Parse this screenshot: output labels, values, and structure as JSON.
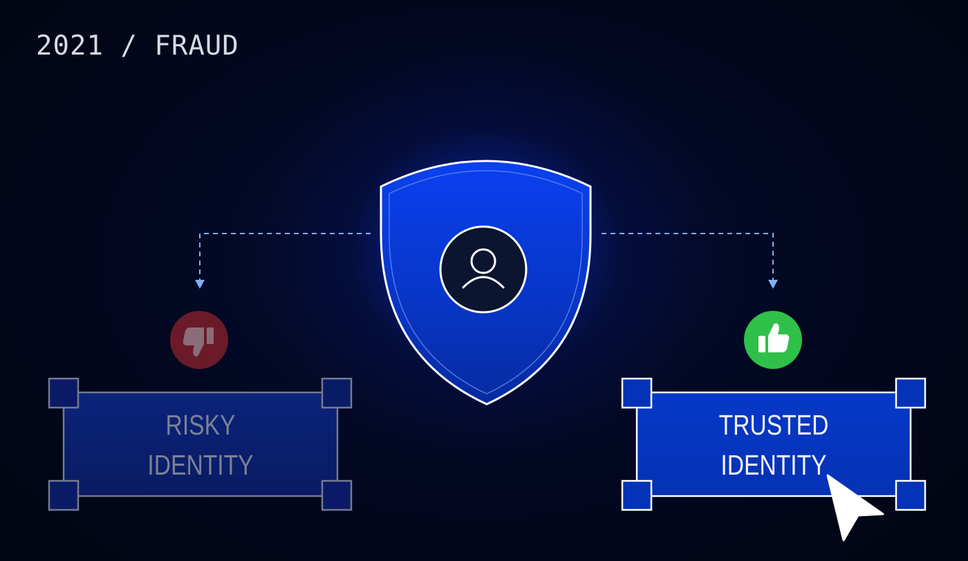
{
  "header": {
    "eyebrow": "2021 / FRAUD"
  },
  "outcomes": {
    "risky": {
      "line1": "RISKY",
      "line2": "IDENTITY",
      "badge_icon": "thumbs-down-icon",
      "badge_color": "#6b1a2a"
    },
    "trusted": {
      "line1": "TRUSTED",
      "line2": "IDENTITY",
      "badge_icon": "thumbs-up-icon",
      "badge_color": "#2fc04a"
    }
  },
  "center": {
    "icon": "shield-icon",
    "inner_icon": "user-icon",
    "shield_color": "#0a3bd8"
  },
  "colors": {
    "accent": "#1446ff",
    "box_trusted": "#0535c4",
    "box_risky": "#0b1f6e",
    "connector": "#7fb0ff"
  }
}
